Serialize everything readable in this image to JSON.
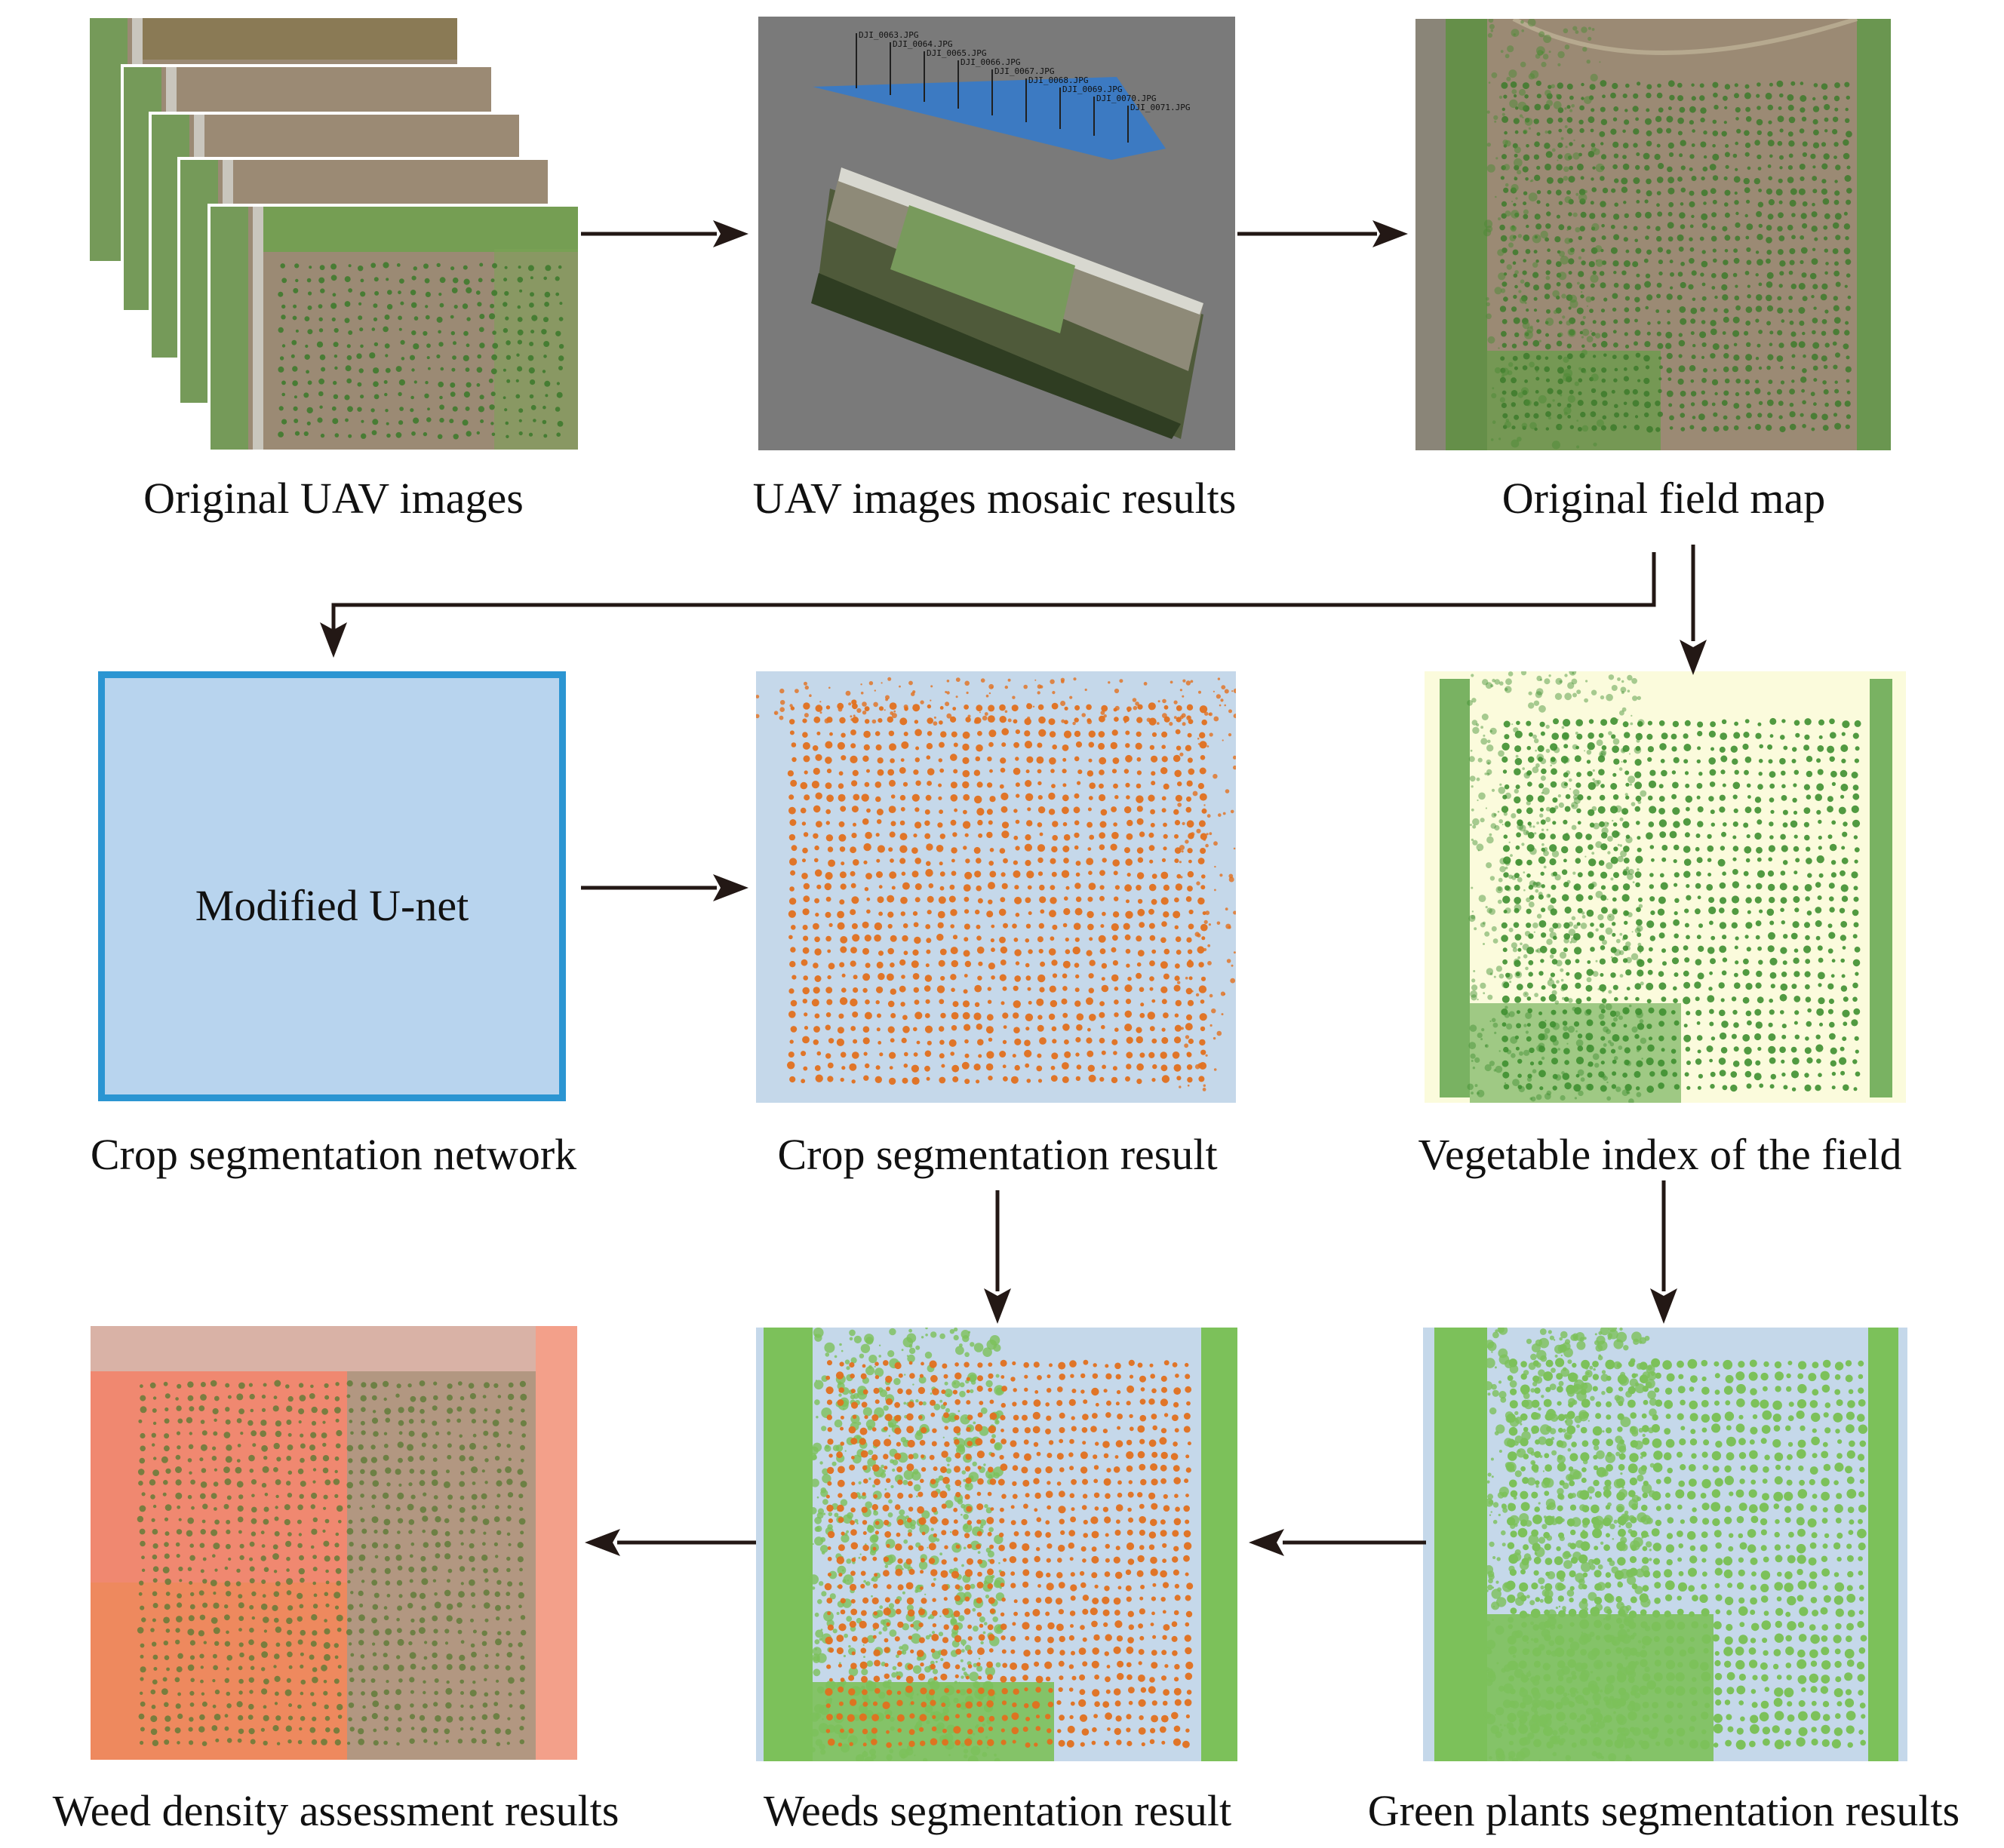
{
  "captions": {
    "original_uav": "Original UAV images",
    "mosaic": "UAV images mosaic results",
    "field_map": "Original field map",
    "crop_network": "Crop segmentation network",
    "crop_result": "Crop segmentation result",
    "vegetable_index": "Vegetable index of the field",
    "weed_density": "Weed density assessment results",
    "weeds_result": "Weeds segmentation result",
    "green_plants": "Green plants segmentation results"
  },
  "network_label": "Modified U-net",
  "mosaic_image_labels": [
    "DJI_0063.JPG",
    "DJI_0064.JPG",
    "DJI_0065.JPG",
    "DJI_0066.JPG",
    "DJI_0067.JPG",
    "DJI_0068.JPG",
    "DJI_0069.JPG",
    "DJI_0070.JPG",
    "DJI_0071.JPG"
  ],
  "colors": {
    "soil": "#9b8a74",
    "crop_orange": "#e2701e",
    "weed_green": "#7cc15a",
    "background_blue": "#c5d8ea",
    "index_cream": "#fbfbdc",
    "index_green": "#3e8f30",
    "network_fill": "#b8d4ee",
    "network_border": "#2b95d2",
    "mosaic_gray": "#7a7a7a",
    "camera_strip": "#3c7ac2",
    "density_red": "#f08870"
  }
}
